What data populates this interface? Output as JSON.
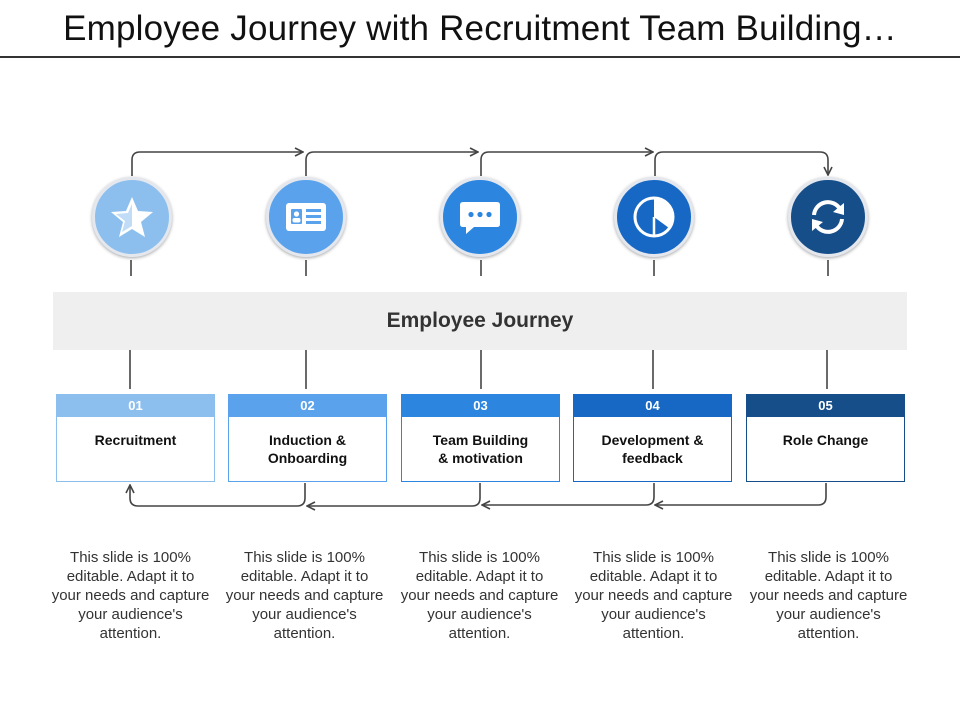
{
  "title": "Employee Journey with Recruitment Team Building…",
  "band": {
    "label": "Employee Journey"
  },
  "steps": [
    {
      "num": "01",
      "label": "Recruitment",
      "icon": "star-icon",
      "color": "#8dbfee",
      "desc": "This slide is 100% editable. Adapt it to your needs and capture your audience's attention."
    },
    {
      "num": "02",
      "label": "Induction &\nOnboarding",
      "icon": "id-card-icon",
      "color": "#5aa2ec",
      "desc": "This slide is 100% editable. Adapt it to your needs and capture your audience's attention."
    },
    {
      "num": "03",
      "label": "Team Building\n& motivation",
      "icon": "chat-bubble-icon",
      "color": "#2c86e0",
      "desc": "This slide is 100% editable. Adapt it to your needs and capture your audience's attention."
    },
    {
      "num": "04",
      "label": "Development &\nfeedback",
      "icon": "pie-chart-icon",
      "color": "#1668c4",
      "desc": "This slide is 100% editable. Adapt it to your needs and capture your audience's attention."
    },
    {
      "num": "05",
      "label": "Role Change",
      "icon": "refresh-icon",
      "color": "#164e8a",
      "desc": "This slide is 100% editable. Adapt it to your needs and capture your audience's attention."
    }
  ]
}
